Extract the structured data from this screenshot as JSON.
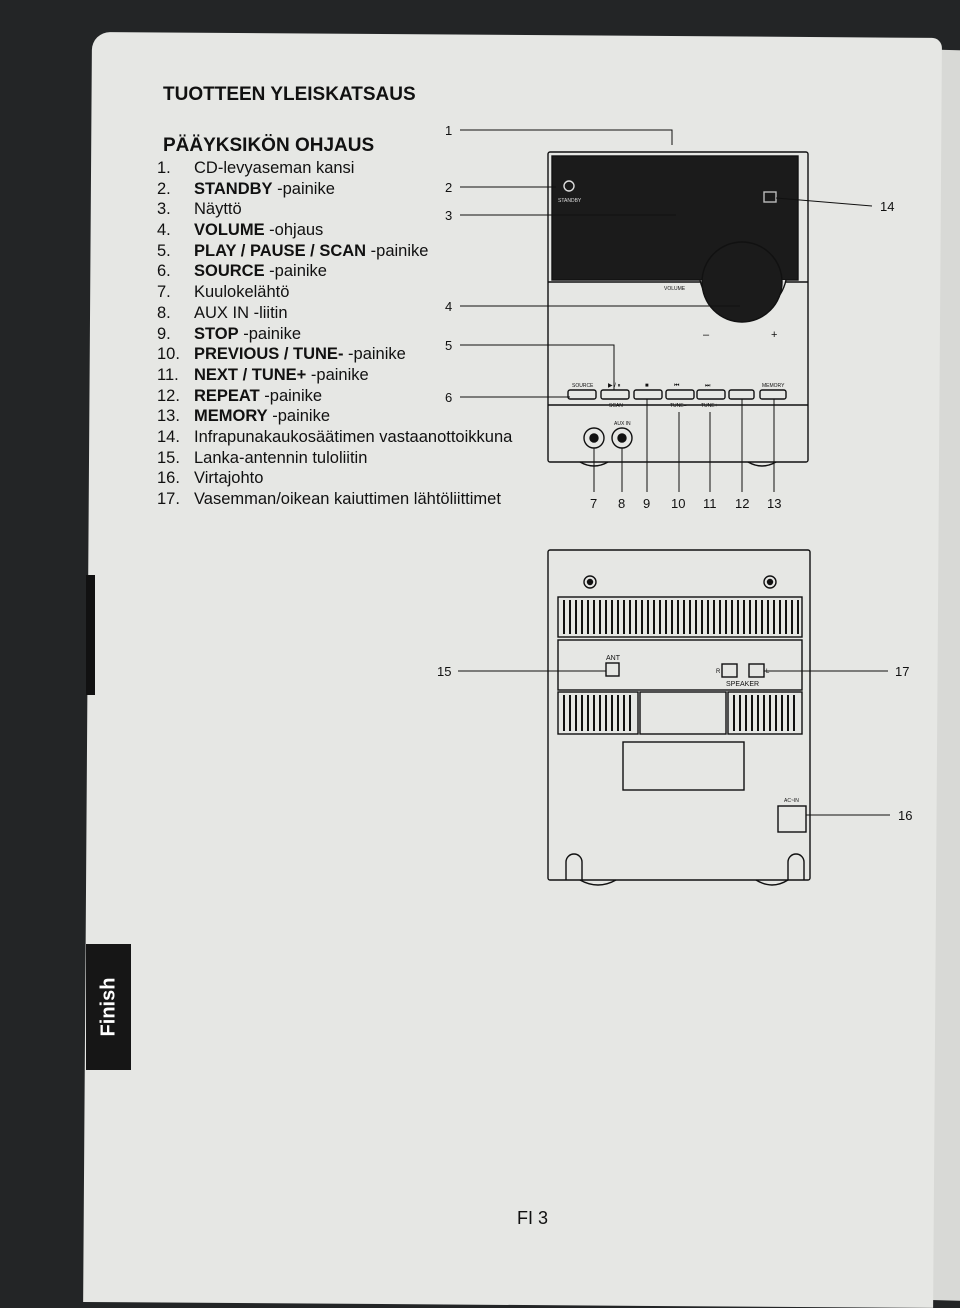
{
  "heading": "TUOTTEEN YLEISKATSAUS",
  "subheading": "PÄÄYKSIKÖN OHJAUS",
  "items": [
    {
      "num": "1.",
      "bold": "",
      "text": "CD-levyaseman kansi"
    },
    {
      "num": "2.",
      "bold": "STANDBY",
      "text": " -painike"
    },
    {
      "num": "3.",
      "bold": "",
      "text": "Näyttö"
    },
    {
      "num": "4.",
      "bold": "VOLUME",
      "text": " -ohjaus"
    },
    {
      "num": "5.",
      "bold": "PLAY / PAUSE / SCAN",
      "text": " -painike"
    },
    {
      "num": "6.",
      "bold": "SOURCE",
      "text": " -painike"
    },
    {
      "num": "7.",
      "bold": "",
      "text": "Kuulokelähtö"
    },
    {
      "num": "8.",
      "bold": "",
      "text": "AUX IN -liitin"
    },
    {
      "num": "9.",
      "bold": "STOP",
      "text": " -painike"
    },
    {
      "num": "10.",
      "bold": "PREVIOUS / TUNE-",
      "text": " -painike"
    },
    {
      "num": "11.",
      "bold": "NEXT / TUNE+",
      "text": " -painike"
    },
    {
      "num": "12.",
      "bold": "REPEAT",
      "text": " -painike"
    },
    {
      "num": "13.",
      "bold": "MEMORY",
      "text": " -painike"
    },
    {
      "num": "14.",
      "bold": "",
      "text": "Infrapunakaukosäätimen vastaanottoikkuna"
    },
    {
      "num": "15.",
      "bold": "",
      "text": "Lanka-antennin tuloliitin"
    },
    {
      "num": "16.",
      "bold": "",
      "text": "Virtajohto"
    },
    {
      "num": "17.",
      "bold": "",
      "text": "Vasemman/oikean kaiuttimen lähtöliittimet"
    }
  ],
  "front_panel": {
    "standby": "STANDBY",
    "volume": "VOLUME",
    "minus": "–",
    "plus": "+",
    "play_pause": "▶ / ⏸",
    "scan": "SCAN",
    "source": "SOURCE",
    "stop": "■",
    "prev": "⏮",
    "tune_minus": "TUNE–",
    "next": "⏭",
    "tune_plus": "TUNE+",
    "memory": "MEMORY",
    "aux_in": "AUX IN"
  },
  "callouts": {
    "c1": "1",
    "c2": "2",
    "c3": "3",
    "c4": "4",
    "c5": "5",
    "c6": "6",
    "c7": "7",
    "c8": "8",
    "c9": "9",
    "c10": "10",
    "c11": "11",
    "c12": "12",
    "c13": "13",
    "c14": "14",
    "c15": "15",
    "c16": "16",
    "c17": "17"
  },
  "rear_panel": {
    "ant": "ANT",
    "speaker": "SPEAKER",
    "r": "R",
    "l": "L",
    "ac_in": "AC~IN"
  },
  "side_tab": "Finish",
  "page_number": "FI 3"
}
